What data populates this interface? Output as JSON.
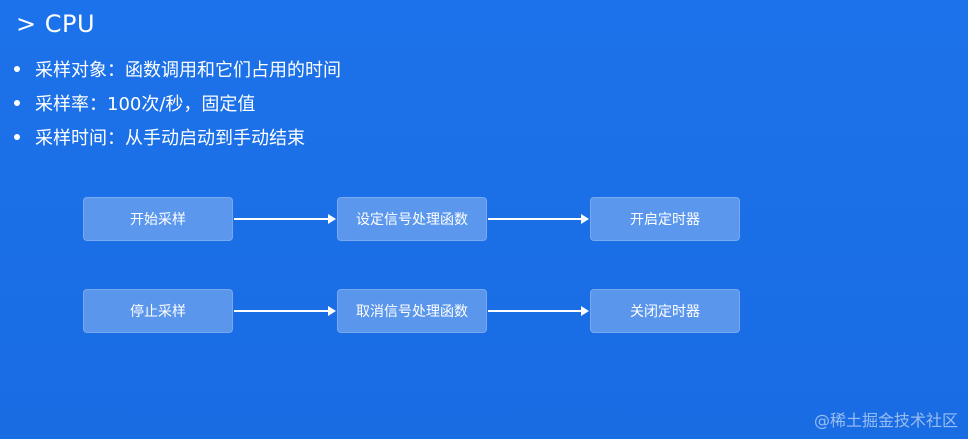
{
  "slide": {
    "title": "> CPU",
    "bullets": [
      "采样对象：函数调用和它们占用的时间",
      "采样率：100次/秒，固定值",
      "采样时间：从手动启动到手动结束"
    ]
  },
  "flow": {
    "row1": [
      "开始采样",
      "设定信号处理函数",
      "开启定时器"
    ],
    "row2": [
      "停止采样",
      "取消信号处理函数",
      "关闭定时器"
    ]
  },
  "watermark": "@稀土掘金技术社区"
}
